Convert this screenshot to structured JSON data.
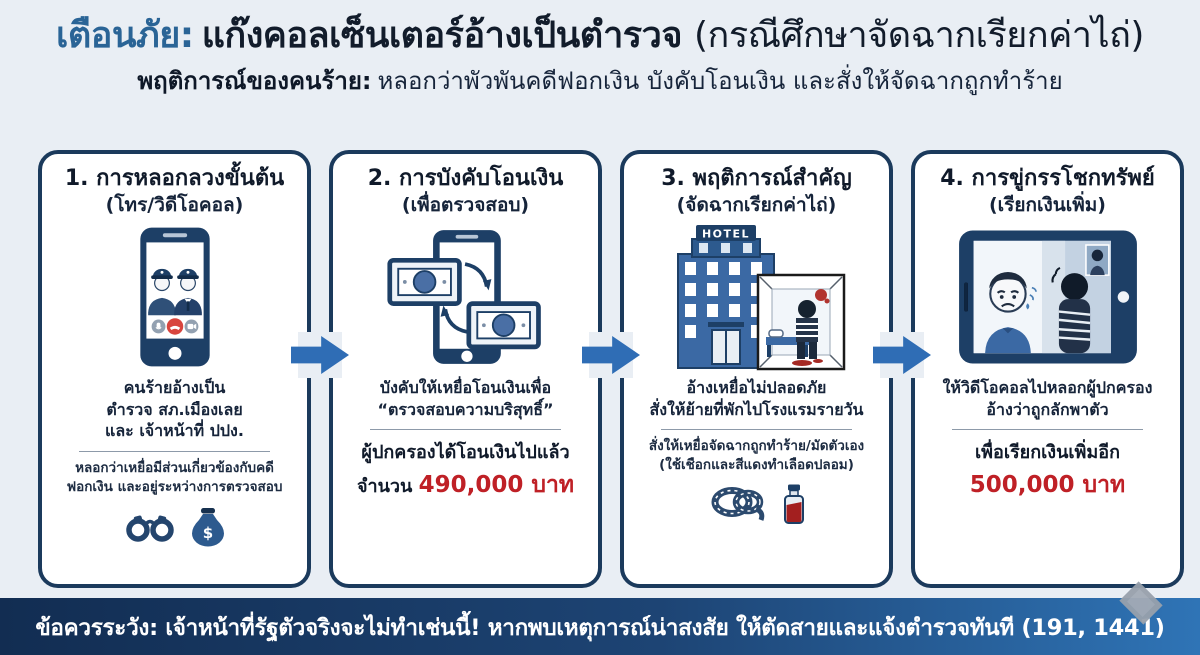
{
  "header": {
    "title_lead": "เตือนภัย:",
    "title_main": "แก๊งคอลเซ็นเตอร์อ้างเป็นตำรวจ",
    "title_note": "(กรณีศึกษาจัดฉากเรียกค่าไถ่)",
    "subtitle_lead": "พฤติการณ์ของคนร้าย:",
    "subtitle_text": "หลอกว่าพัวพันคดีฟอกเงิน บังคับโอนเงิน และสั่งให้จัดฉากถูกทำร้าย"
  },
  "panels": [
    {
      "heading": "1. การหลอกลวงขั้นต้น",
      "subheading": "(โทร/วิดีโอคอล)",
      "illustration": "smartphone-video-call-with-two-police-officers",
      "claim_lines": [
        "คนร้ายอ้างเป็น",
        "ตำรวจ สภ.เมืองเลย",
        "และ เจ้าหน้าที่ ปปง."
      ],
      "detail_lines": [
        "หลอกว่าเหยื่อมีส่วนเกี่ยวข้องกับคดี",
        "ฟอกเงิน และอยู่ระหว่างการตรวจสอบ"
      ],
      "icons": [
        "handcuffs-icon",
        "money-bag-icon"
      ],
      "money_bag_symbol": "$"
    },
    {
      "heading": "2. การบังคับโอนเงิน",
      "subheading": "(เพื่อตรวจสอบ)",
      "illustration": "smartphone-money-transfer",
      "claim_lines": [
        "บังคับให้เหยื่อโอนเงินเพื่อ",
        "“ตรวจสอบความบริสุทธิ์”"
      ],
      "result_line": "ผู้ปกครองได้โอนเงินไปแล้ว",
      "amount_prefix": "จำนวน",
      "amount": "490,000 บาท"
    },
    {
      "heading": "3. พฤติการณ์สำคัญ",
      "subheading": "(จัดฉากเรียกค่าไถ่)",
      "illustration": "hotel-and-staged-hostage-room",
      "hotel_sign": "HOTEL",
      "claim_lines": [
        "อ้างเหยื่อไม่ปลอดภัย",
        "สั่งให้ย้ายที่พักไปโรงแรมรายวัน"
      ],
      "detail_lines": [
        "สั่งให้เหยื่อจัดฉากถูกทำร้าย/มัดตัวเอง",
        "(ใช้เชือกและสีแดงทำเลือดปลอม)"
      ],
      "icons": [
        "rope-icon",
        "fake-blood-bottle-icon"
      ]
    },
    {
      "heading": "4. การขู่กรรโชกทรัพย์",
      "subheading": "(เรียกเงินเพิ่ม)",
      "illustration": "tablet-video-call-extortion",
      "claim_lines": [
        "ให้วิดีโอคอลไปหลอกผู้ปกครอง",
        "อ้างว่าถูกลักพาตัว"
      ],
      "result_line": "เพื่อเรียกเงินเพิ่มอีก",
      "amount": "500,000 บาท"
    }
  ],
  "footer": {
    "text": "ข้อควรระวัง: เจ้าหน้าที่รัฐตัวจริงจะไม่ทำเช่นนี้! หากพบเหตุการณ์น่าสงสัย ให้ตัดสายและแจ้งตำรวจทันที (191, 1441)"
  },
  "colors": {
    "page_bg": "#e9eef4",
    "navy": "#1d3f66",
    "title_blue": "#2a6496",
    "alert_red": "#bf2026",
    "arrow_blue": "#2f6db5",
    "footer_gradient_start": "#122d52",
    "footer_gradient_end": "#2f74b6"
  }
}
